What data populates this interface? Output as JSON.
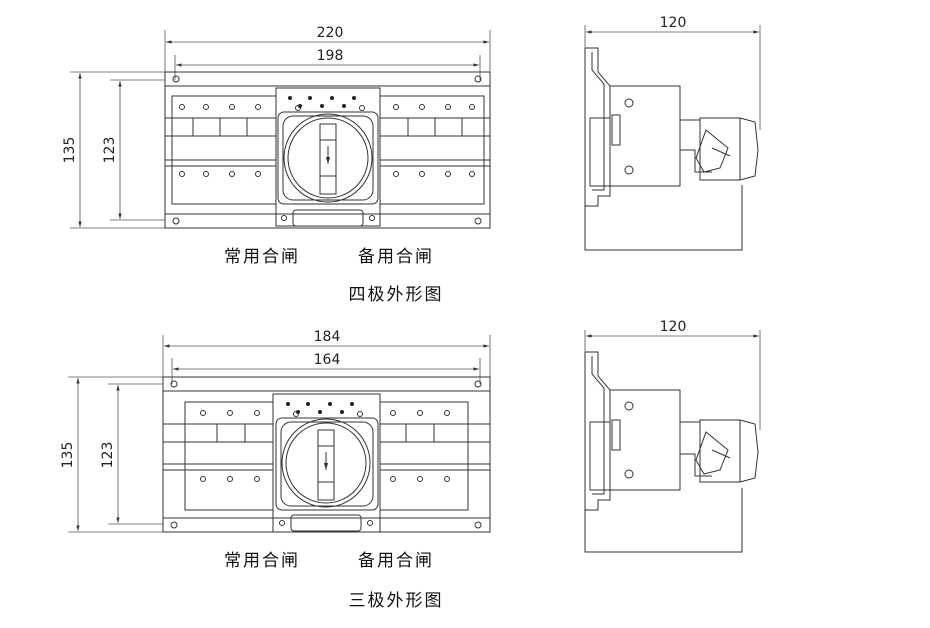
{
  "four_pole": {
    "caption": "四极外形图",
    "dim_width_outer": "220",
    "dim_width_inner": "198",
    "dim_height_outer": "135",
    "dim_height_inner": "123",
    "label_left": "常用合闸",
    "label_right": "备用合闸",
    "side_dim": "120"
  },
  "three_pole": {
    "caption": "三极外形图",
    "dim_width_outer": "184",
    "dim_width_inner": "164",
    "dim_height_outer": "135",
    "dim_height_inner": "123",
    "label_left": "常用合闸",
    "label_right": "备用合闸",
    "side_dim": "120"
  }
}
